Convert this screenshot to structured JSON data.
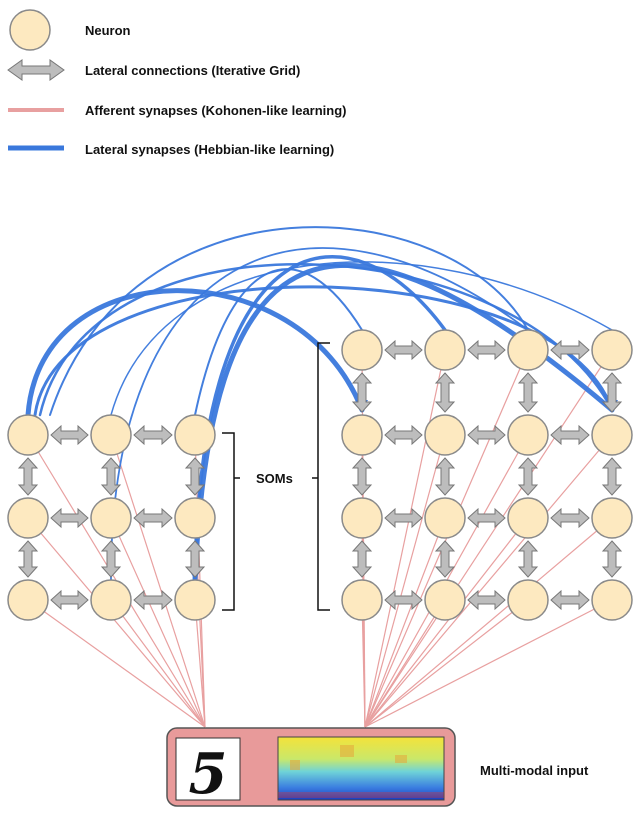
{
  "legend": {
    "neuron": "Neuron",
    "lateral_connections": "Lateral connections (Iterative Grid)",
    "afferent": "Afferent synapses (Kohonen-like learning)",
    "lateral_synapses": "Lateral synapses (Hebbian-like learning)"
  },
  "labels": {
    "soms": "SOMs",
    "input": "Multi-modal input",
    "digit": "5"
  },
  "colors": {
    "neuron_fill": "#fde9c0",
    "neuron_stroke": "#8a8a8a",
    "afferent": "#e8a0a0",
    "lateral_synapse": "#3a78dc",
    "grid_arrow": "#bdbdbd",
    "input_box": "#e89a9a"
  },
  "icons": {
    "grid_arrow": "double-arrow-icon",
    "neuron": "neuron-circle-icon"
  },
  "maps": {
    "left": {
      "rows": 3,
      "cols": 3
    },
    "right": {
      "rows": 4,
      "cols": 4
    }
  }
}
